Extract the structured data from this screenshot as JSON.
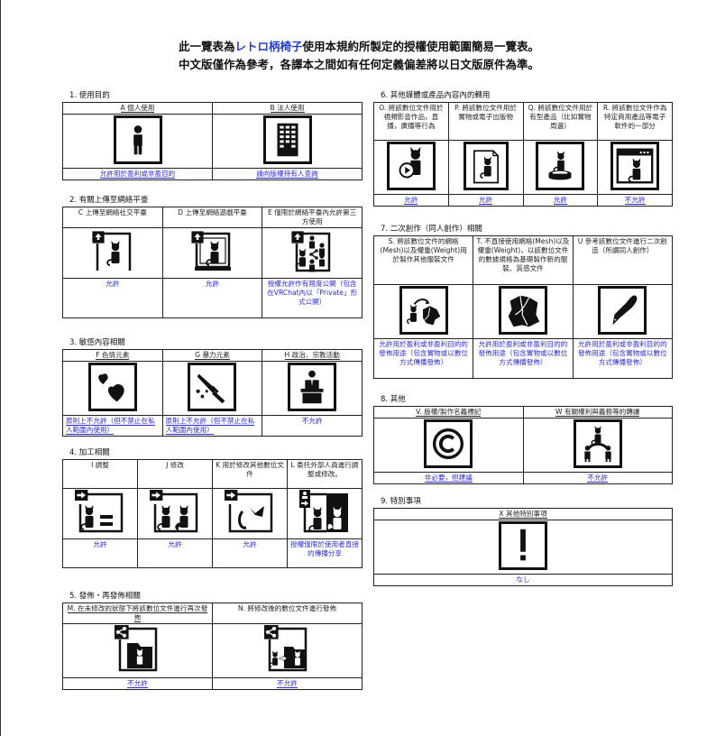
{
  "header": {
    "line1_prefix": "此一覽表為",
    "line1_brand": "レトロ柄椅子",
    "line1_suffix": "使用本規約所製定的授權使用範圍簡易一覽表。",
    "line2": "中文版僅作為參考，各譯本之間如有任何定義偏差將以日文版原件為準。",
    "brand_color": "#1f3fd1"
  },
  "colors": {
    "status_text": "#2a2ad8",
    "border": "#222222"
  },
  "sections": [
    {
      "label": "1. 使用目的",
      "items": [
        {
          "header": "A 個人使用",
          "icon": "person-icon",
          "status": "允許用於盈利或非盈目的"
        },
        {
          "header": "B 法人使用",
          "icon": "building-icon",
          "status": "請向版權持有人查詢"
        }
      ]
    },
    {
      "label": "2. 有關上傳至網絡平臺",
      "items": [
        {
          "header": "C 上傳至網絡社交平臺",
          "icon": "upload-avatar-icon",
          "status": "允許"
        },
        {
          "header": "D 上傳至網絡遊戲平臺",
          "icon": "upload-game-icon",
          "status": "允許"
        },
        {
          "header": "E 僅限於網絡平臺內允許第三方使用",
          "icon": "upload-share-icon",
          "status": "授權允許作有限度公開（包含在VRChat內以「Private」形式公開）"
        }
      ]
    },
    {
      "label": "3. 敏感內容相關",
      "items": [
        {
          "header": "F 色情元素",
          "icon": "hearts-icon",
          "status": "原則上不允許（但不禁止在私人範圍內使用）"
        },
        {
          "header": "G 暴力元素",
          "icon": "knife-icon",
          "status": "原則上不允許（但不禁止在私人範圍內使用）"
        },
        {
          "header": "H 政治、宗教活動",
          "icon": "podium-icon",
          "status": "不允許"
        }
      ]
    },
    {
      "label": "4. 加工相關",
      "items": [
        {
          "header": "I 調整",
          "icon": "adjust-icon",
          "status": "允許"
        },
        {
          "header": "J 修改",
          "icon": "modify-icon",
          "status": "允許"
        },
        {
          "header": "K 用於修改其他數位文件",
          "icon": "parts-icon",
          "status": "允許"
        },
        {
          "header": "L 委托外部人員進行調整或修改。",
          "icon": "outsource-icon",
          "status": "授權僅限於使用者直接的傳播分享"
        }
      ]
    },
    {
      "label": "5. 發佈・再發佈相關",
      "items": [
        {
          "header": "M. 在未修改的狀態下將該數位文件進行再次發佈",
          "icon": "redistribute-icon",
          "status": "不允許"
        },
        {
          "header": "N. 將修改後的數位文件進行發佈",
          "icon": "distribute-modified-icon",
          "status": "不允許"
        }
      ]
    },
    {
      "label": "6. 其他媒體或產品內容內的轉用",
      "items": [
        {
          "header": "O. 將該數位文件用於視頻影音作品，直播，廣播等行為",
          "icon": "video-icon",
          "status": "允許"
        },
        {
          "header": "P. 將該數位文件用於實物或電子出版物",
          "icon": "document-icon",
          "status": "允許"
        },
        {
          "header": "Q. 將該數位文件用於有型產品（比如實物周邊）",
          "icon": "figure-icon",
          "status": "允許"
        },
        {
          "header": "R. 將該數位文件作為特定商用產品等電子軟件的一部分",
          "icon": "software-icon",
          "status": "不允許"
        }
      ]
    },
    {
      "label": "7. 二次創作（同人創作）相關",
      "items": [
        {
          "header": "S. 將該數位文件的網格(Mesh)以及權重(Weight)用於製作其他服裝文件",
          "icon": "mesh-transfer-icon",
          "status": "允許用於盈利或非盈利目的的發佈用途（包含實物或以數位方式傳播發佈）"
        },
        {
          "header": "T. 不直接使用網格(Mesh)以及權重(Weight)，以該數位文件的數據規格為基礎製作新的服裝、質感文件",
          "icon": "clothing-icon",
          "status": "允許用於盈利或非盈利目的的發佈用途（包含實物或以數位方式傳播發佈）"
        },
        {
          "header": "U 參考該數位文件進行二次創造（所謂同人創作）",
          "icon": "pen-icon",
          "status": "允許用於盈利或非盈利目的的發佈用途（包含實物或以數位方式傳播發佈）"
        }
      ]
    },
    {
      "label": "8. 其他",
      "items": [
        {
          "header": "V. 版權/製作名義標記",
          "icon": "copyright-icon",
          "status": "非必要，但建議"
        },
        {
          "header": "W 有關權利與義務等的轉讓",
          "icon": "transfer-icon",
          "status": "不允許"
        }
      ]
    },
    {
      "label": "9. 特別事項",
      "items": [
        {
          "header": "X 其他特別事項",
          "icon": "exclamation-icon",
          "status": "なし"
        }
      ]
    }
  ]
}
